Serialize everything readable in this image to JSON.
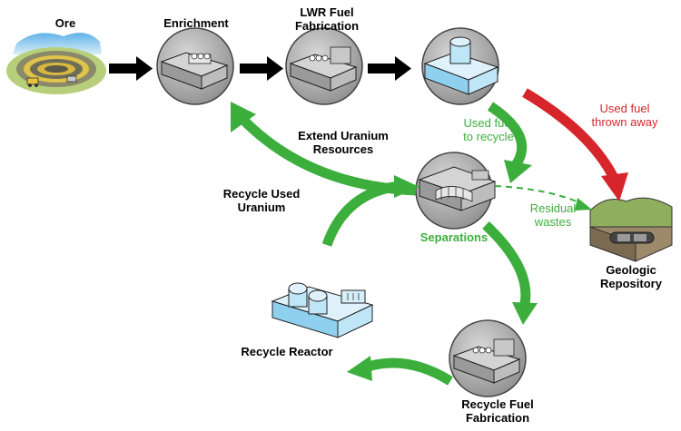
{
  "labels": {
    "ore": "Ore",
    "enrichment": "Enrichment",
    "lwr_fuel_fabrication_1": "LWR Fuel",
    "lwr_fuel_fabrication_2": "Fabrication",
    "extend_uranium_1": "Extend Uranium",
    "extend_uranium_2": "Resources",
    "used_fuel_recycle_1": "Used fuel",
    "used_fuel_recycle_2": "to recycle",
    "used_fuel_thrown_1": "Used fuel",
    "used_fuel_thrown_2": "thrown away",
    "recycle_used_uranium_1": "Recycle Used",
    "recycle_used_uranium_2": "Uranium",
    "residual_wastes_1": "Residual",
    "residual_wastes_2": "wastes",
    "separations": "Separations",
    "geologic_repository_1": "Geologic",
    "geologic_repository_2": "Repository",
    "recycle_reactor": "Recycle Reactor",
    "recycle_fuel_fabrication_1": "Recycle Fuel",
    "recycle_fuel_fabrication_2": "Fabrication"
  },
  "colors": {
    "cycle_arrow": "#3cae3c",
    "disposal_arrow": "#d7262b",
    "flow_arrow": "#000000",
    "facility_disc": "#a9a9a9",
    "reactor_blue": "#bfe6f7"
  }
}
